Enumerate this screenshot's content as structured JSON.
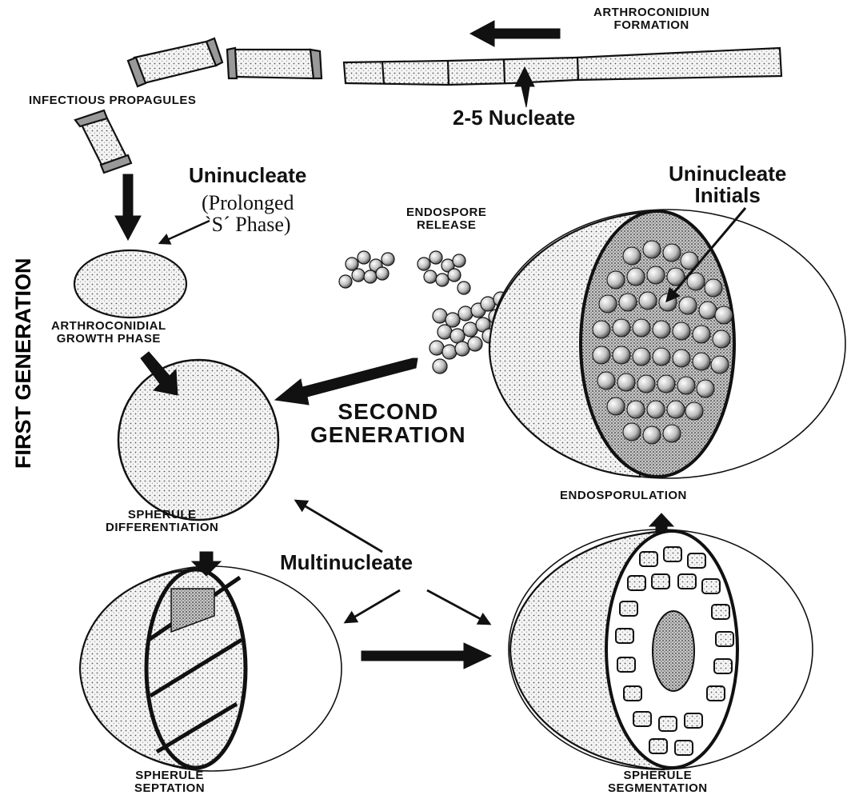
{
  "figure": {
    "labels": {
      "arthroconidium_formation": [
        "ARTHROCONIDIUN",
        "FORMATION"
      ],
      "infectious_propagules": "INFECTIOUS  PROPAGULES",
      "two_five_nucleate": "2-5 Nucleate",
      "uninucleate": "Uninucleate",
      "prolonged_s_phase": [
        "(Prolonged",
        "`S´ Phase)"
      ],
      "endospore_release": [
        "ENDOSPORE",
        "RELEASE"
      ],
      "uninucleate_initials": [
        "Uninucleate",
        "Initials"
      ],
      "arthroconidial_growth_phase": [
        "ARTHROCONIDIAL",
        "GROWTH PHASE"
      ],
      "first_generation": "FIRST GENERATION",
      "second_generation": [
        "SECOND",
        "GENERATION"
      ],
      "spherule_differentiation": [
        "SPHERULE",
        "DIFFERENTIATION"
      ],
      "endosporulation": "ENDOSPORULATION",
      "multinucleate": "Multinucleate",
      "spherule_septation": [
        "SPHERULE",
        "SEPTATION"
      ],
      "spherule_segmentation": [
        "SPHERULE",
        "SEGMENTATION"
      ]
    },
    "colors": {
      "ink": "#111111",
      "stipple": "#d8d8d8",
      "background": "#ffffff"
    }
  }
}
